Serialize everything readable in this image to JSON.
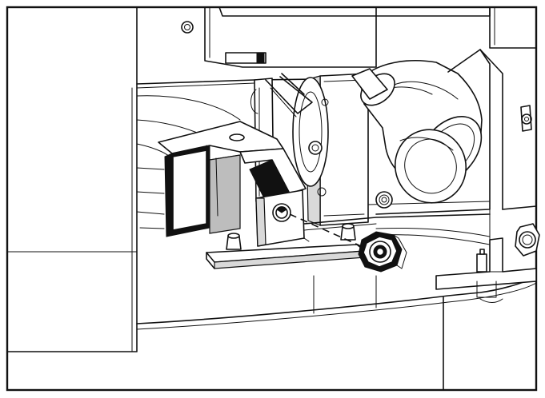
{
  "figure": {
    "parts": [
      {
        "id": "frame-border"
      },
      {
        "id": "left-housing-panel"
      },
      {
        "id": "upper-cover-plate"
      },
      {
        "id": "bracket-plate"
      },
      {
        "id": "mounting-base-plate"
      },
      {
        "id": "elbow-pipe"
      },
      {
        "id": "valve-body"
      },
      {
        "id": "hex-nut"
      },
      {
        "id": "bracket-bolt"
      },
      {
        "id": "right-hex-nut"
      },
      {
        "id": "dashed-alignment-line"
      }
    ],
    "colors": {
      "line": "#111111",
      "fill": "#ffffff",
      "shade": "#d9d9d9"
    }
  }
}
